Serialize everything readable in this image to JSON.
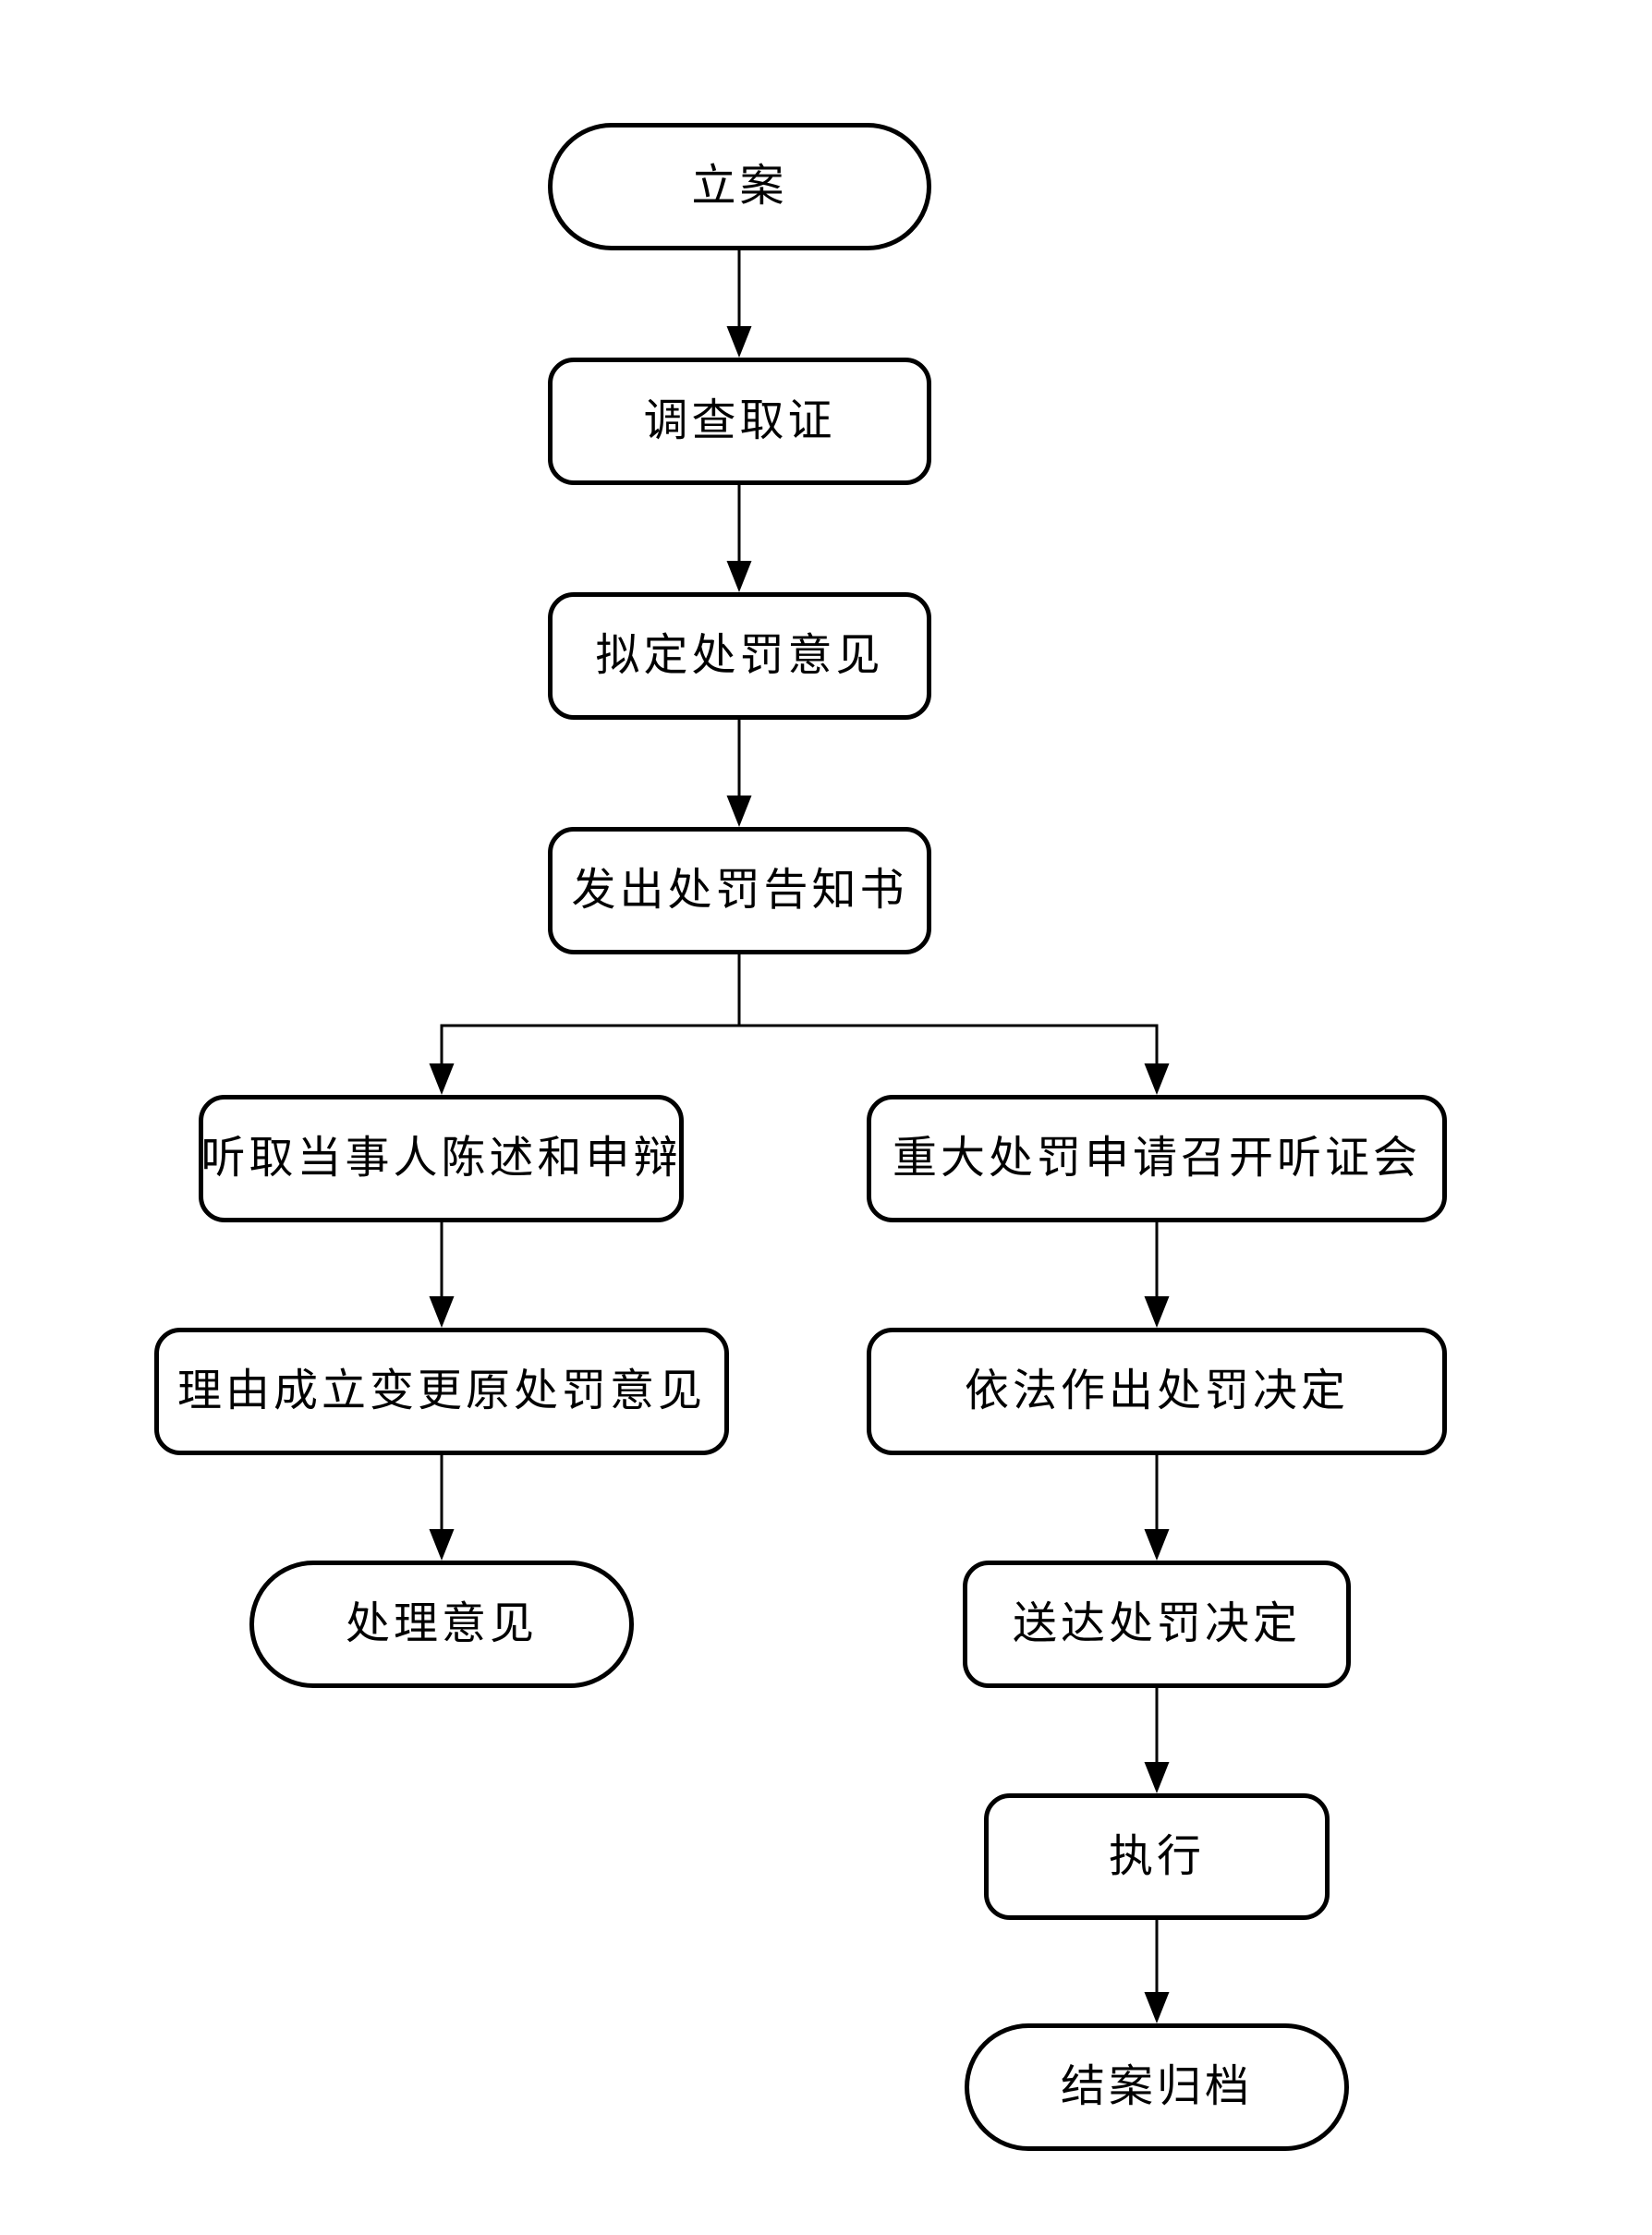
{
  "diagram": {
    "type": "flowchart",
    "background_color": "#ffffff",
    "stroke_color": "#000000",
    "text_color": "#000000",
    "nodes": [
      {
        "id": "n1",
        "label": "立案",
        "shape": "stadium"
      },
      {
        "id": "n2",
        "label": "调查取证",
        "shape": "process"
      },
      {
        "id": "n3",
        "label": "拟定处罚意见",
        "shape": "process"
      },
      {
        "id": "n4",
        "label": "发出处罚告知书",
        "shape": "process"
      },
      {
        "id": "n5",
        "label": "听取当事人陈述和申辩",
        "shape": "process"
      },
      {
        "id": "n6",
        "label": "重大处罚申请召开听证会",
        "shape": "process"
      },
      {
        "id": "n7",
        "label": "理由成立变更原处罚意见",
        "shape": "process"
      },
      {
        "id": "n8",
        "label": "依法作出处罚决定",
        "shape": "process"
      },
      {
        "id": "n9",
        "label": "处理意见",
        "shape": "stadium"
      },
      {
        "id": "n10",
        "label": "送达处罚决定",
        "shape": "process"
      },
      {
        "id": "n11",
        "label": "执行",
        "shape": "process"
      },
      {
        "id": "n12",
        "label": "结案归档",
        "shape": "stadium"
      }
    ],
    "edges": [
      {
        "from": "n1",
        "to": "n2"
      },
      {
        "from": "n2",
        "to": "n3"
      },
      {
        "from": "n3",
        "to": "n4"
      },
      {
        "from": "n4",
        "to": "n5"
      },
      {
        "from": "n4",
        "to": "n6"
      },
      {
        "from": "n5",
        "to": "n7"
      },
      {
        "from": "n6",
        "to": "n8"
      },
      {
        "from": "n7",
        "to": "n9"
      },
      {
        "from": "n8",
        "to": "n10"
      },
      {
        "from": "n10",
        "to": "n11"
      },
      {
        "from": "n11",
        "to": "n12"
      }
    ]
  }
}
